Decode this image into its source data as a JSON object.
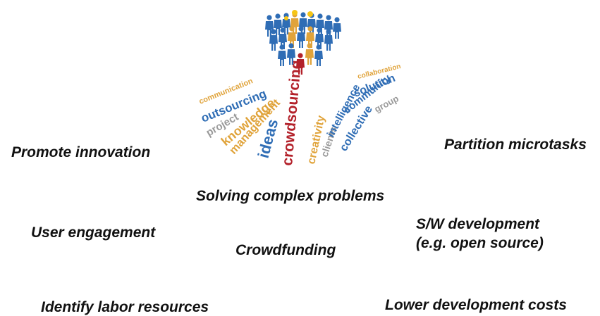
{
  "illustration": {
    "crowd_icon": "crowd-of-people-icon",
    "word_cloud": {
      "words": {
        "crowdsourcing": "crowdsourcing",
        "communication": "communication",
        "outsourcing": "outsourcing",
        "project": "project",
        "knowledge": "knowledge",
        "management": "management",
        "ideas": "ideas",
        "creativity": "creativity",
        "clients": "clients",
        "intelligence": "intelligence",
        "collective": "collective",
        "community": "community",
        "group": "group",
        "solution": "solution",
        "collaboration": "collaboration"
      }
    },
    "colors": {
      "blue": "#2f6db5",
      "orange": "#e0a33a",
      "gray": "#9a9a9a",
      "red": "#b3212a",
      "bulb_yellow": "#f6c516"
    }
  },
  "labels": {
    "promote_innovation": "Promote innovation",
    "partition_microtasks": "Partition microtasks",
    "solving_complex_problems": "Solving complex problems",
    "user_engagement": "User engagement",
    "sw_development_line1": "S/W development",
    "sw_development_line2": "(e.g. open source)",
    "crowdfunding": "Crowdfunding",
    "identify_labor_resources": "Identify labor resources",
    "lower_development_costs": "Lower development costs"
  }
}
